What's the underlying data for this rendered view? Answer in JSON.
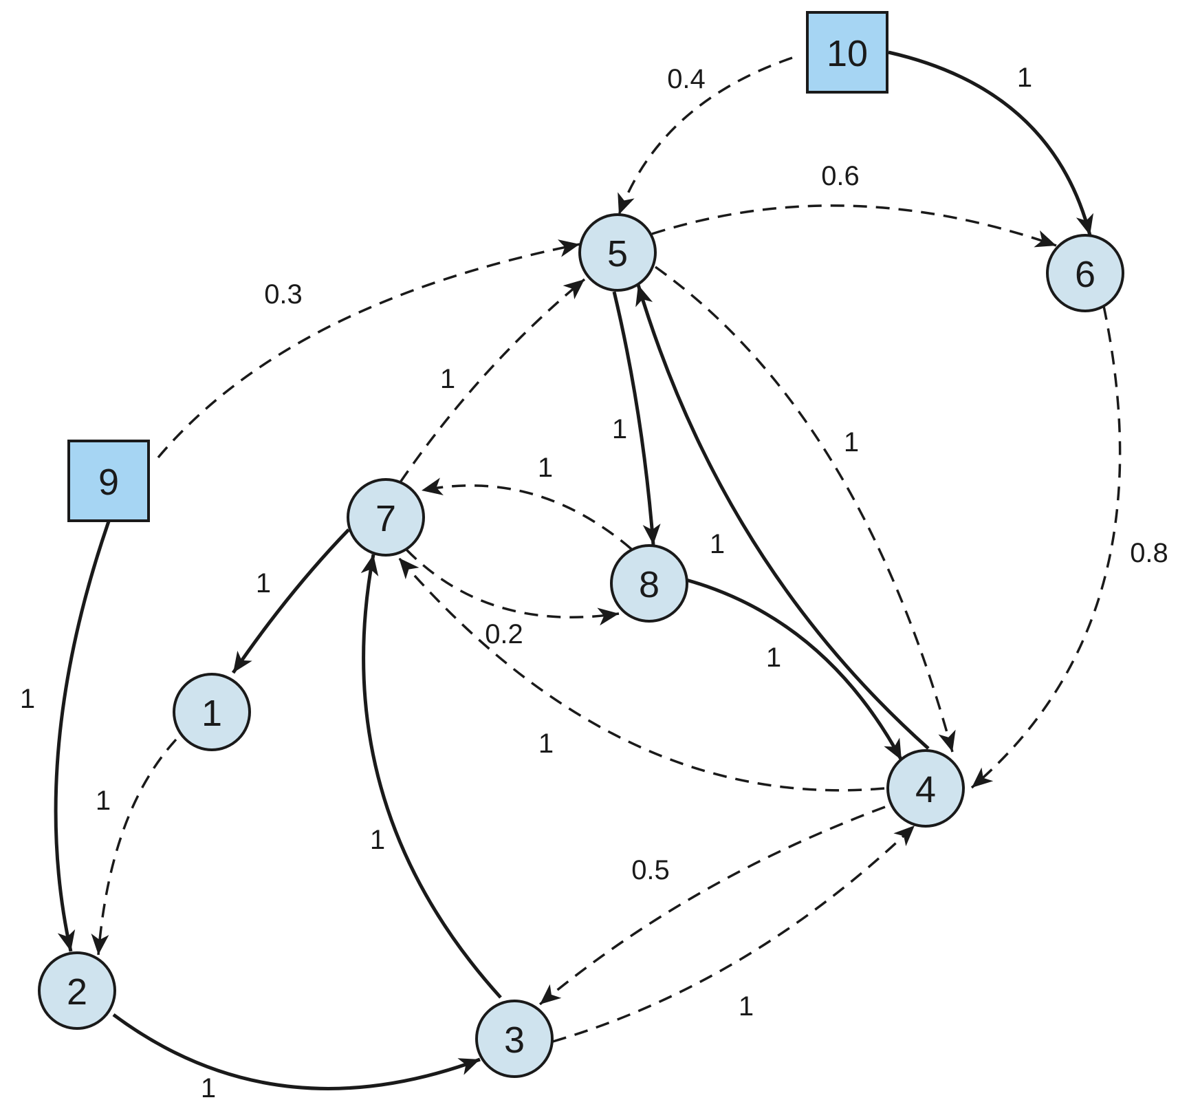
{
  "colors": {
    "circle_fill": "#cfe3ee",
    "square_fill": "#a6d5f3",
    "stroke": "#1a1a1a"
  },
  "nodes": [
    {
      "id": "1",
      "label": "1",
      "shape": "circle"
    },
    {
      "id": "2",
      "label": "2",
      "shape": "circle"
    },
    {
      "id": "3",
      "label": "3",
      "shape": "circle"
    },
    {
      "id": "4",
      "label": "4",
      "shape": "circle"
    },
    {
      "id": "5",
      "label": "5",
      "shape": "circle"
    },
    {
      "id": "6",
      "label": "6",
      "shape": "circle"
    },
    {
      "id": "7",
      "label": "7",
      "shape": "circle"
    },
    {
      "id": "8",
      "label": "8",
      "shape": "circle"
    },
    {
      "id": "9",
      "label": "9",
      "shape": "square"
    },
    {
      "id": "10",
      "label": "10",
      "shape": "square"
    }
  ],
  "edges": [
    {
      "from": "10",
      "to": "6",
      "weight": "1",
      "style": "solid"
    },
    {
      "from": "10",
      "to": "5",
      "weight": "0.4",
      "style": "dashed"
    },
    {
      "from": "5",
      "to": "6",
      "weight": "0.6",
      "style": "dashed"
    },
    {
      "from": "9",
      "to": "5",
      "weight": "0.3",
      "style": "dashed"
    },
    {
      "from": "7",
      "to": "5",
      "weight": "1",
      "style": "dashed"
    },
    {
      "from": "5",
      "to": "8",
      "weight": "1",
      "style": "solid"
    },
    {
      "from": "5",
      "to": "4",
      "weight": "1",
      "style": "dashed"
    },
    {
      "from": "4",
      "to": "5",
      "weight": "1",
      "style": "solid"
    },
    {
      "from": "6",
      "to": "4",
      "weight": "0.8",
      "style": "dashed"
    },
    {
      "from": "8",
      "to": "7",
      "weight": "1",
      "style": "dashed"
    },
    {
      "from": "7",
      "to": "8",
      "weight": "0.2",
      "style": "dashed"
    },
    {
      "from": "8",
      "to": "4",
      "weight": "1",
      "style": "solid"
    },
    {
      "from": "4",
      "to": "7",
      "weight": "1",
      "style": "dashed"
    },
    {
      "from": "7",
      "to": "1",
      "weight": "1",
      "style": "solid"
    },
    {
      "from": "9",
      "to": "2",
      "weight": "1",
      "style": "solid"
    },
    {
      "from": "1",
      "to": "2",
      "weight": "1",
      "style": "dashed"
    },
    {
      "from": "3",
      "to": "7",
      "weight": "1",
      "style": "solid"
    },
    {
      "from": "2",
      "to": "3",
      "weight": "1",
      "style": "solid"
    },
    {
      "from": "4",
      "to": "3",
      "weight": "0.5",
      "style": "dashed"
    },
    {
      "from": "3",
      "to": "4",
      "weight": "1",
      "style": "dashed"
    }
  ]
}
